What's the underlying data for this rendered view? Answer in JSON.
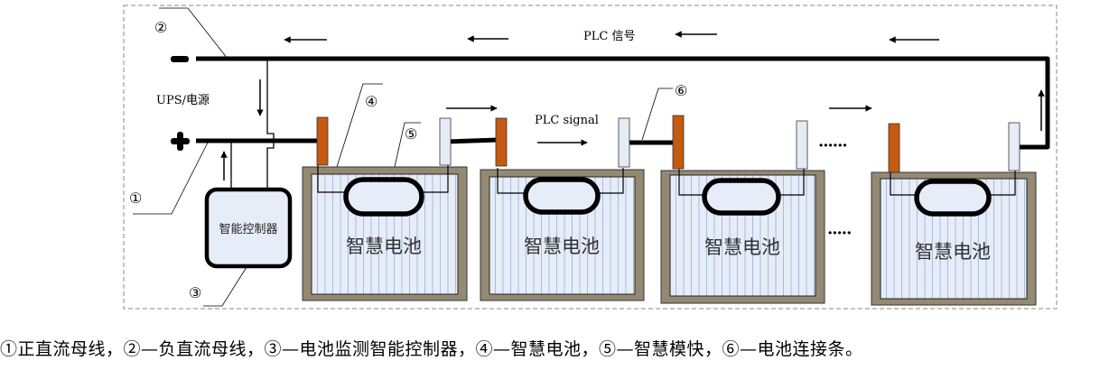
{
  "diagram": {
    "labels": {
      "ups_power": "UPS/电源",
      "plc_signal_cn": "PLC 信号",
      "plc_signal_en": "PLC signal",
      "controller": "智能控制器",
      "battery": "智慧电池",
      "ellipsis_top": "······",
      "ellipsis_mid": "·····",
      "minus": "−",
      "plus": "+"
    },
    "callouts": [
      "①",
      "②",
      "③",
      "④",
      "⑤",
      "⑥"
    ],
    "batteries": [
      {
        "label": "智慧电池"
      },
      {
        "label": "智慧电池"
      },
      {
        "label": "智慧电池"
      },
      {
        "label": "智慧电池"
      }
    ],
    "colors": {
      "positive_terminal": "#C55A11",
      "negative_terminal": "#E6ECF6",
      "battery_frame": "#948A74",
      "battery_fill": "#E6ECF8",
      "battery_stripe": "#A9BCDD",
      "bus": "#000000"
    }
  },
  "caption": "①正直流母线，②—负直流母线，③—电池监测智能控制器，④—智慧电池，⑤—智慧模快，⑥—电池连接条。"
}
